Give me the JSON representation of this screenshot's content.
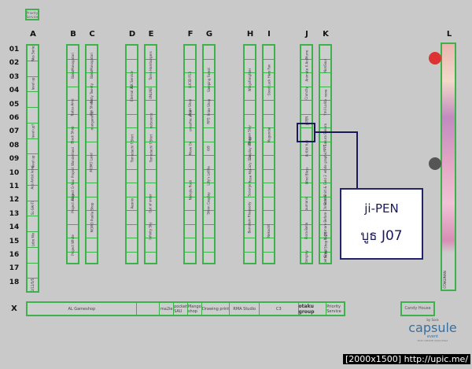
{
  "legend": "Priority Service",
  "columns": [
    "A",
    "B",
    "C",
    "D",
    "E",
    "F",
    "G",
    "H",
    "I",
    "J",
    "K",
    "L"
  ],
  "rows": [
    "01",
    "02",
    "03",
    "04",
    "05",
    "06",
    "07",
    "08",
    "09",
    "10",
    "11",
    "12",
    "13",
    "14",
    "15",
    "16",
    "17",
    "18"
  ],
  "booths": {
    "A": [
      "Wes Series",
      "",
      "level up",
      "",
      "",
      "level up?",
      "",
      "level up",
      "Ace Artist level",
      "",
      "SL-SAI-Ti",
      "",
      "Lobo Mix",
      "",
      "",
      "12/12/5/5"
    ],
    "B": [
      "",
      "BakaMonogatari",
      "",
      "",
      "Natsu-Ame",
      "",
      "Black Shop",
      "",
      "Project Wonderland",
      "",
      "Project G-Noz",
      "Project Alice",
      "",
      "",
      "Project White",
      ""
    ],
    "C": [
      "",
      "BakaMonogatari",
      "",
      "Sixty Twenty",
      "Mix Shake",
      "manganime",
      "",
      "",
      "MOMO Land",
      "",
      "",
      "",
      "MOMO Puella Shop",
      "",
      "",
      ""
    ],
    "D": [
      "",
      "",
      "A.K Service",
      "Eternal 31",
      "",
      "",
      "",
      "Tomodachi T-Shirt",
      "",
      "",
      "",
      "Aeonix",
      "",
      "",
      "",
      ""
    ],
    "E": [
      "",
      "Tomo Hamburgers",
      "",
      "UNLINE",
      "",
      "outsource",
      "",
      "Tomodachi T-Shirt",
      "",
      "",
      "",
      "Out of order",
      "",
      "Infinity Sky",
      "",
      ""
    ],
    "F": [
      "",
      "",
      "LUCID P13",
      "",
      "Pride Shop",
      "crossfire alice",
      "",
      "Move On",
      "",
      "",
      "Nekojiu Rock",
      "",
      "",
      "",
      "",
      ""
    ],
    "G": [
      "",
      "",
      "Sleeping Forest",
      "",
      "Pride Shop",
      "RPG",
      "",
      "6/9",
      "",
      "Lilly's Lollita",
      "",
      "Shinn Cosplay",
      "",
      "",
      "",
      ""
    ],
    "H": [
      "",
      "",
      "Wingsfreighter",
      "",
      "",
      "",
      "Dragon Slay",
      "Cosplay Wings",
      "Cozy Gdn",
      "Rose Mix",
      "Scourge",
      "",
      "Bernstein Rhapsody",
      "",
      "",
      ""
    ],
    "I": [
      "",
      "",
      "Good Luck Hero Fan",
      "",
      "",
      "",
      "Mugendai",
      "",
      "",
      "",
      "",
      "",
      "",
      "Nekodirt",
      "",
      ""
    ],
    "J": [
      "",
      "Animate X AniMurre",
      "",
      "Crunchy",
      "",
      "ji-PEN",
      "",
      "Ai Kiki Yuki",
      "",
      "Wind Bless",
      "",
      "aumanic",
      "",
      "Flora Bella",
      "",
      "Kittengrey"
    ],
    "K": [
      "",
      "NonSoul",
      "",
      "none",
      "Ymil Lolita",
      "",
      "Sakura Sakura",
      "NNT",
      "white graphic",
      "",
      "Gold Shirt & Gold 2",
      "",
      "Nightmare Before Christmas",
      "",
      "Rebel Shop & DS",
      "Rebel Shop"
    ],
    "L": [
      "OTAKUMAN"
    ]
  },
  "x_row": {
    "label": "X",
    "cells": [
      "AL Gameshop",
      "",
      "ma2ie",
      "pocket SAU",
      "Mango shop",
      "Drawing print",
      "RMA Studio",
      "C3",
      "otaku group",
      "Priority Service"
    ],
    "right_booth": "Candy House"
  },
  "highlight": {
    "booth": "J07",
    "name": "ji-PEN"
  },
  "callout": {
    "line1": "ji-PEN",
    "line2": "บูธ J07"
  },
  "brand": {
    "name": "capsule",
    "sub": "event",
    "tagline": "EASY UPDATE 04/07/2012",
    "prefix": "by Sora"
  },
  "footer": "[2000x1500] http://upic.me/"
}
